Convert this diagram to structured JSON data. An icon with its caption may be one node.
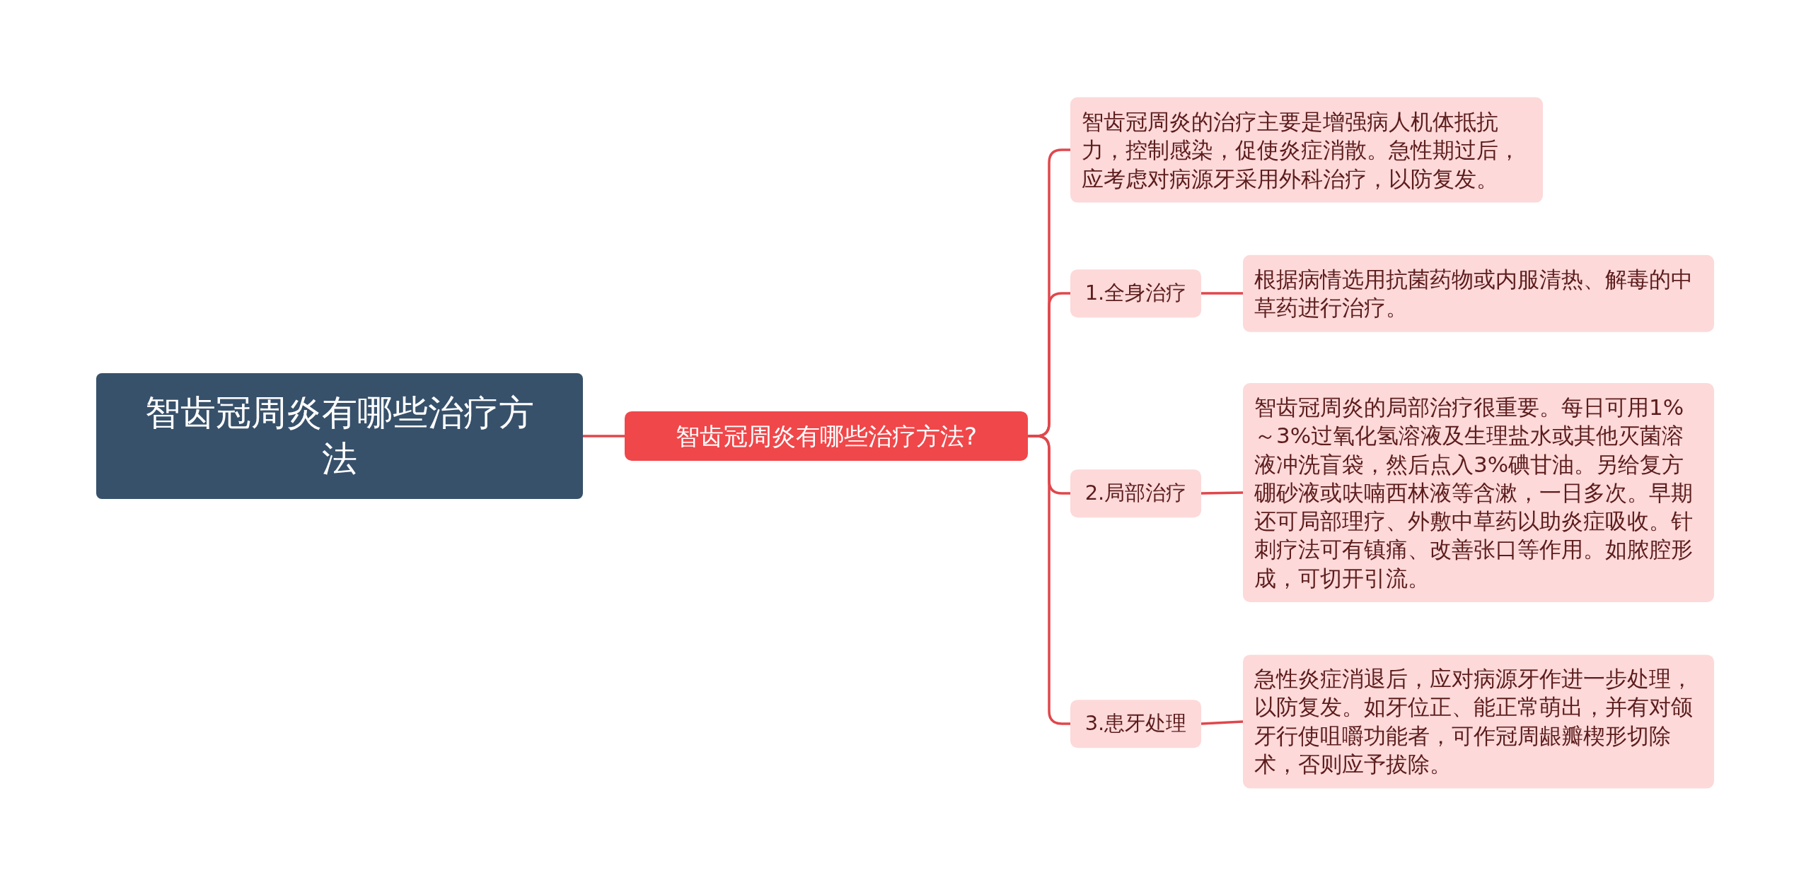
{
  "diagram": {
    "nodes": [
      {
        "text": [
          "智齿冠周炎有哪些治疗方法"
        ]
      },
      {
        "text": [
          "智齿冠周炎有哪些治疗方法?"
        ]
      },
      {
        "text": [
          "智齿冠周炎的治疗主要是增强病人机体抵抗力，控制感染，促使炎症消散。急性期过后，应考虑对病源牙采用外科治疗，以防复发。"
        ]
      },
      {
        "text": [
          "1.全身治疗"
        ]
      },
      {
        "text": [
          "根据病情选用抗菌药物或内服清热、解毒的中草药进行治疗。"
        ]
      },
      {
        "text": [
          "2.局部治疗"
        ]
      },
      {
        "text": [
          "智齿冠周炎的局部治疗很重要。每日可用1%～3%过氧化氢溶液及生理盐水或其他灭菌溶液冲洗盲袋，然后点入3%碘甘油。另给复方硼砂液或呋喃西林液等含漱，一日多次。早期还可局部理疗、外敷中草药以助炎症吸收。针刺疗法可有镇痛、改善张口等作用。如脓腔形成，可切开引流。"
        ]
      },
      {
        "text": [
          "3.患牙处理"
        ]
      },
      {
        "text": [
          "急性炎症消退后，应对病源牙作进一步处理，以防复发。如牙位正、能正常萌出，并有对颌牙行使咀嚼功能者，可作冠周龈瓣楔形切除术，否则应予拔除。"
        ]
      }
    ],
    "edges": [
      {
        "from": 0,
        "to": 1,
        "arrow": "none"
      },
      {
        "from": 1,
        "to": 2,
        "arrow": "none"
      },
      {
        "from": 1,
        "to": 3,
        "arrow": "none"
      },
      {
        "from": 1,
        "to": 5,
        "arrow": "none"
      },
      {
        "from": 1,
        "to": 7,
        "arrow": "none"
      },
      {
        "from": 3,
        "to": 4,
        "arrow": "none"
      },
      {
        "from": 5,
        "to": 6,
        "arrow": "none"
      },
      {
        "from": 7,
        "to": 8,
        "arrow": "none"
      }
    ]
  }
}
